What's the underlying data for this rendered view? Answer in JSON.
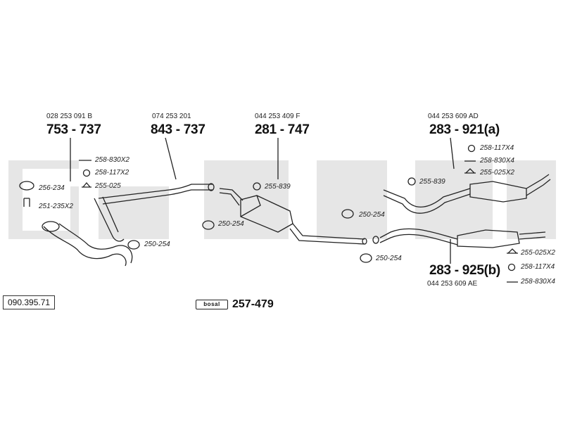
{
  "reference_number": "090.395.71",
  "brand_watermark": "bosal",
  "brand_box_label": "bosal",
  "kit_number": "257-479",
  "parts": [
    {
      "oe": "028 253 091 B",
      "number": "753 - 737"
    },
    {
      "oe": "074 253 201",
      "number": "843 - 737"
    },
    {
      "oe": "044 253 409 F",
      "number": "281 - 747"
    },
    {
      "oe": "044 253 609 AD",
      "number": "283 - 921(a)"
    },
    {
      "oe": "044 253 609 AE",
      "number": "283 - 925(b)"
    }
  ],
  "accessories": {
    "a1": "258-830X2",
    "a2": "258-117X2",
    "a3": "255-025",
    "a4": "256-234",
    "a5": "251-235X2",
    "a6": "250-254",
    "a7": "250-254",
    "a8": "255-839",
    "a9": "250-254",
    "a10": "250-254",
    "a11": "255-839",
    "a12": "258-117X4",
    "a13": "258-830X4",
    "a14": "255-025X2",
    "a15": "255-025X2",
    "a16": "258-117X4",
    "a17": "258-830X4"
  },
  "colors": {
    "line": "#222222",
    "watermark": "#e6e6e6"
  },
  "icons": [
    "bolt-icon",
    "ring-icon",
    "clamp-icon",
    "gasket-icon",
    "hanger-icon",
    "brand-box-icon"
  ]
}
